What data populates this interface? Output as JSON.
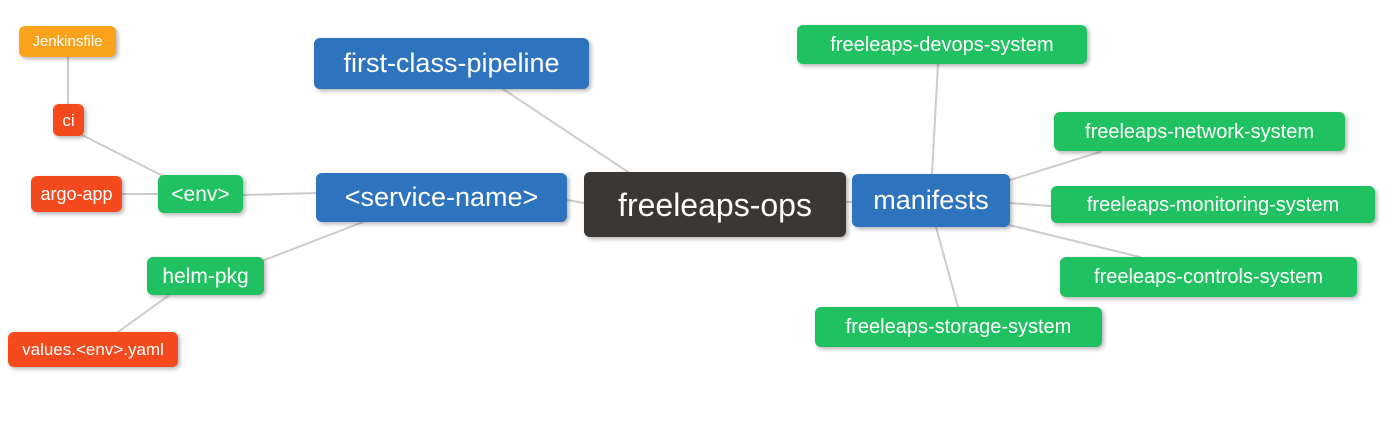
{
  "diagram": {
    "type": "mindmap",
    "background": "#ffffff",
    "edge_color": "#cccccc",
    "colors": {
      "root_bg": "#3b3734",
      "branch_bg": "#2d73be",
      "level2_bg": "#20c161",
      "level3_bg": "#f44a1e",
      "level4_bg": "#faa21b",
      "text": "#ffffff"
    }
  },
  "nodes": [
    {
      "id": "jenkinsfile",
      "label": "Jenkinsfile",
      "level": 4
    },
    {
      "id": "ci",
      "label": "ci",
      "level": 3
    },
    {
      "id": "argo-app",
      "label": "argo-app",
      "level": 3
    },
    {
      "id": "env",
      "label": "<env>",
      "level": 2
    },
    {
      "id": "helm-pkg",
      "label": "helm-pkg",
      "level": 2
    },
    {
      "id": "values-env-yaml",
      "label": "values.<env>.yaml",
      "level": 3
    },
    {
      "id": "first-class-pipeline",
      "label": "first-class-pipeline",
      "level": 1
    },
    {
      "id": "service-name",
      "label": "<service-name>",
      "level": 1
    },
    {
      "id": "freeleaps-ops",
      "label": "freeleaps-ops",
      "level": 0
    },
    {
      "id": "manifests",
      "label": "manifests",
      "level": 1
    },
    {
      "id": "devops-system",
      "label": "freeleaps-devops-system",
      "level": 2
    },
    {
      "id": "network-system",
      "label": "freeleaps-network-system",
      "level": 2
    },
    {
      "id": "monitoring-system",
      "label": "freeleaps-monitoring-system",
      "level": 2
    },
    {
      "id": "controls-system",
      "label": "freeleaps-controls-system",
      "level": 2
    },
    {
      "id": "storage-system",
      "label": "freeleaps-storage-system",
      "level": 2
    }
  ],
  "edges": [
    {
      "from": "jenkinsfile",
      "to": "ci"
    },
    {
      "from": "ci",
      "to": "env"
    },
    {
      "from": "argo-app",
      "to": "env"
    },
    {
      "from": "env",
      "to": "service-name"
    },
    {
      "from": "helm-pkg",
      "to": "service-name"
    },
    {
      "from": "values-env-yaml",
      "to": "helm-pkg"
    },
    {
      "from": "first-class-pipeline",
      "to": "freeleaps-ops"
    },
    {
      "from": "service-name",
      "to": "freeleaps-ops"
    },
    {
      "from": "freeleaps-ops",
      "to": "manifests"
    },
    {
      "from": "manifests",
      "to": "devops-system"
    },
    {
      "from": "manifests",
      "to": "network-system"
    },
    {
      "from": "manifests",
      "to": "monitoring-system"
    },
    {
      "from": "manifests",
      "to": "controls-system"
    },
    {
      "from": "manifests",
      "to": "storage-system"
    }
  ]
}
